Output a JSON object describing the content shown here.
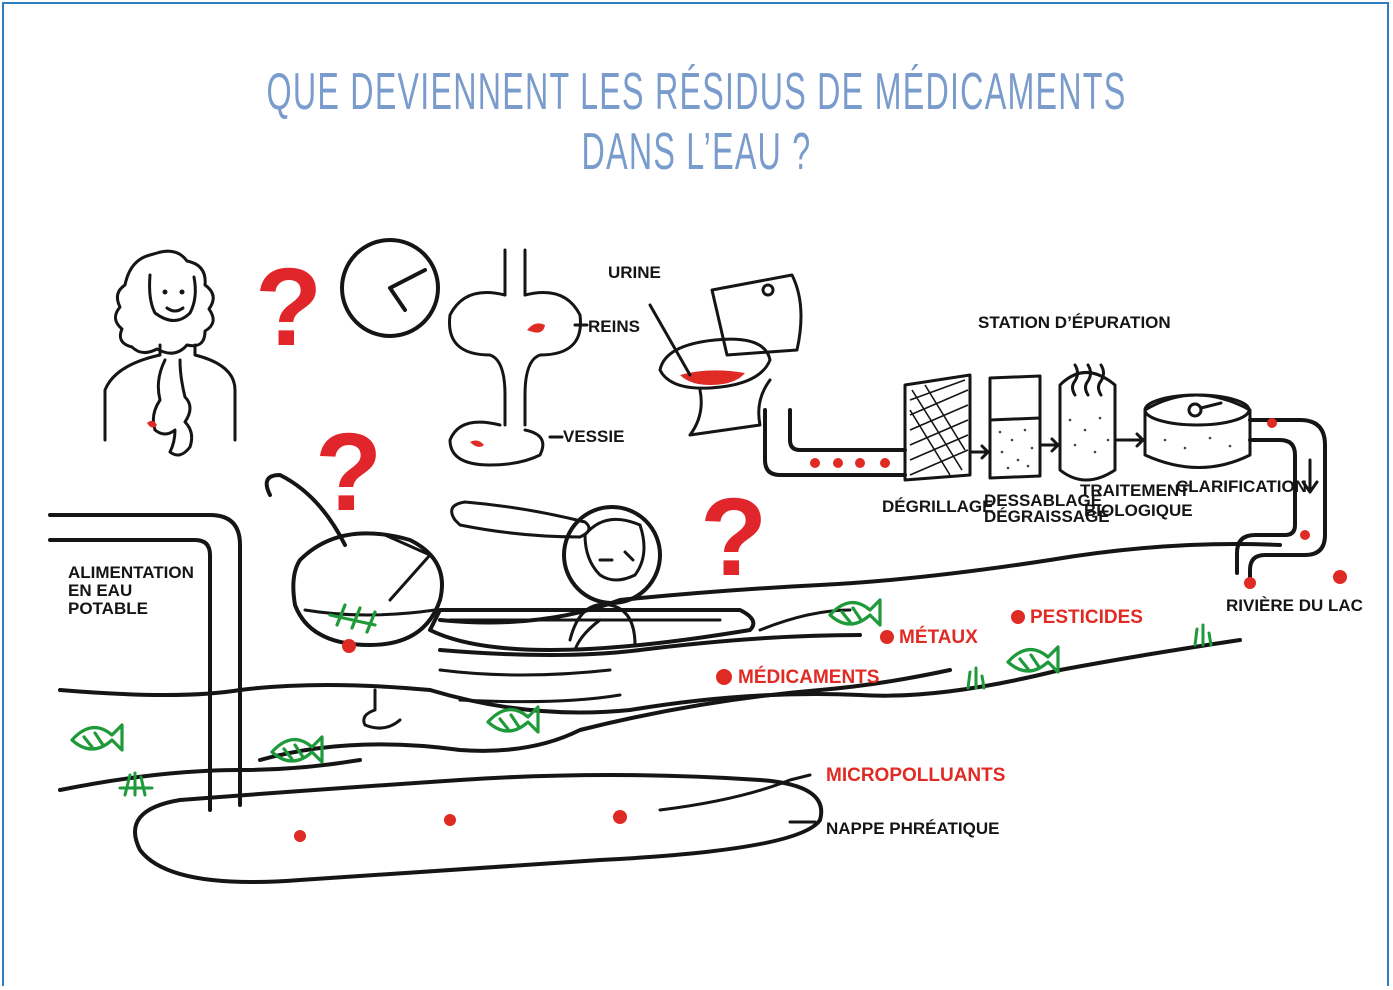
{
  "title": "QUE DEVIENNENT LES RÉSIDUS DE MÉDICAMENTS DANS L’EAU ?",
  "question_mark": "?",
  "labels": {
    "urine": "URINE",
    "reins": "REINS",
    "vessie": "VESSIE",
    "station": "STATION D’ÉPURATION",
    "degrillage": "DÉGRILLAGE",
    "dessablage_1": "DESSABLAGE",
    "dessablage_2": "DÉGRAISSAGE",
    "traitement_1": "TRAITEMENT",
    "traitement_2": "BIOLOGIQUE",
    "clarification": "CLARIFICATION",
    "riviere": "RIVIÈRE DU LAC",
    "alimentation_1": "ALIMENTATION",
    "alimentation_2": "EN EAU",
    "alimentation_3": "POTABLE",
    "nappe": "NAPPE PHRÉATIQUE"
  },
  "pollutants": {
    "medicaments": "MÉDICAMENTS",
    "metaux": "MÉTAUX",
    "pesticides": "PESTICIDES",
    "micropolluants": "MICROPOLLUANTS"
  },
  "colors": {
    "title": "#7a9ccd",
    "frame": "#2f7fc0",
    "ink": "#151515",
    "pollutant_red": "#e02b24",
    "fish_green": "#1f9a3a"
  },
  "icons": [
    "person-icon",
    "clock-icon",
    "kidneys-icon",
    "toilet-icon",
    "treatment-tanks-icon",
    "boat-icon",
    "diver-icon",
    "magnifier-icon",
    "fish-icon",
    "pill-dot-icon"
  ]
}
